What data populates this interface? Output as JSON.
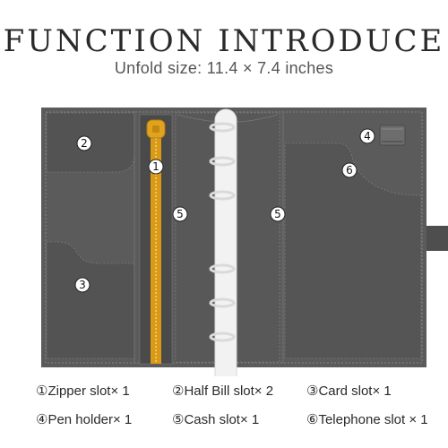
{
  "header": {
    "title": "FUNCTION INTRODUCE",
    "subtitle": "Unfold size: 11.4 × 7.4 inches"
  },
  "markers": {
    "m1": "①",
    "m2": "②",
    "m3": "③",
    "m4": "④",
    "m5": "⑤",
    "m6": "⑥"
  },
  "legend": {
    "zipper_slot": "①Zipper slot× 1",
    "half_bill_slot": "②Half Bill slot× 2",
    "card_slot": "③Card slot× 1",
    "pen_holder": "④Pen holder× 1",
    "cash_slot": "⑤Cash slot× 1",
    "telephone_slot": "⑥Telephone slot × 1"
  },
  "colors": {
    "leather": "#5b5b5b",
    "stitch": "#9a9a9a",
    "zipper": "#e0a320",
    "ring": "#eeeeee"
  }
}
